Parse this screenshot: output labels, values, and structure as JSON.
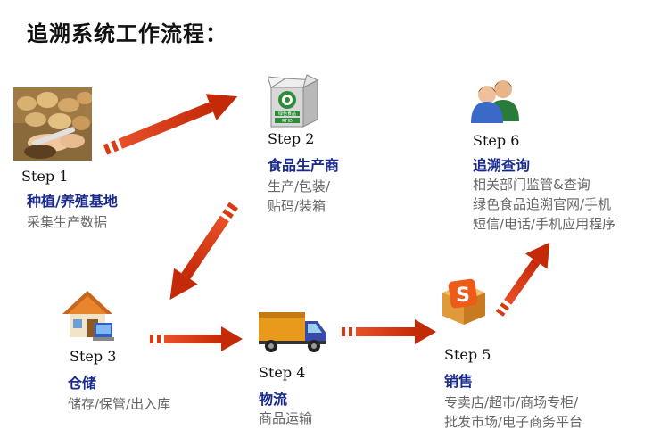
{
  "title": "追溯系统工作流程：",
  "steps": [
    {
      "label": "Step 1",
      "title": "种植/养殖基地",
      "desc": [
        "采集生产数据"
      ],
      "icon": "potato-harvest-icon"
    },
    {
      "label": "Step 2",
      "title": "食品生产商",
      "desc": [
        "生产/包装/",
        "贴码/装箱"
      ],
      "icon": "rfid-box-icon"
    },
    {
      "label": "Step 3",
      "title": "仓储",
      "desc": [
        "储存/保管/出入库"
      ],
      "icon": "warehouse-house-icon"
    },
    {
      "label": "Step 4",
      "title": "物流",
      "desc": [
        "商品运输"
      ],
      "icon": "delivery-truck-icon"
    },
    {
      "label": "Step 5",
      "title": "销售",
      "desc": [
        "专卖店/超市/商场专柜/",
        "批发市场/电子商务平台"
      ],
      "icon": "sales-box-icon"
    },
    {
      "label": "Step 6",
      "title": "追溯查询",
      "desc": [
        "相关部门监管&查询",
        "绿色食品追溯官网/手机",
        "短信/电话/手机应用程序"
      ],
      "icon": "users-icon"
    }
  ],
  "box_labels": {
    "badge": "绿色食品",
    "rfid": "RFID"
  },
  "colors": {
    "arrow": "#d93a10",
    "title_blue": "#1a2a8c",
    "desc_gray": "#666666"
  }
}
